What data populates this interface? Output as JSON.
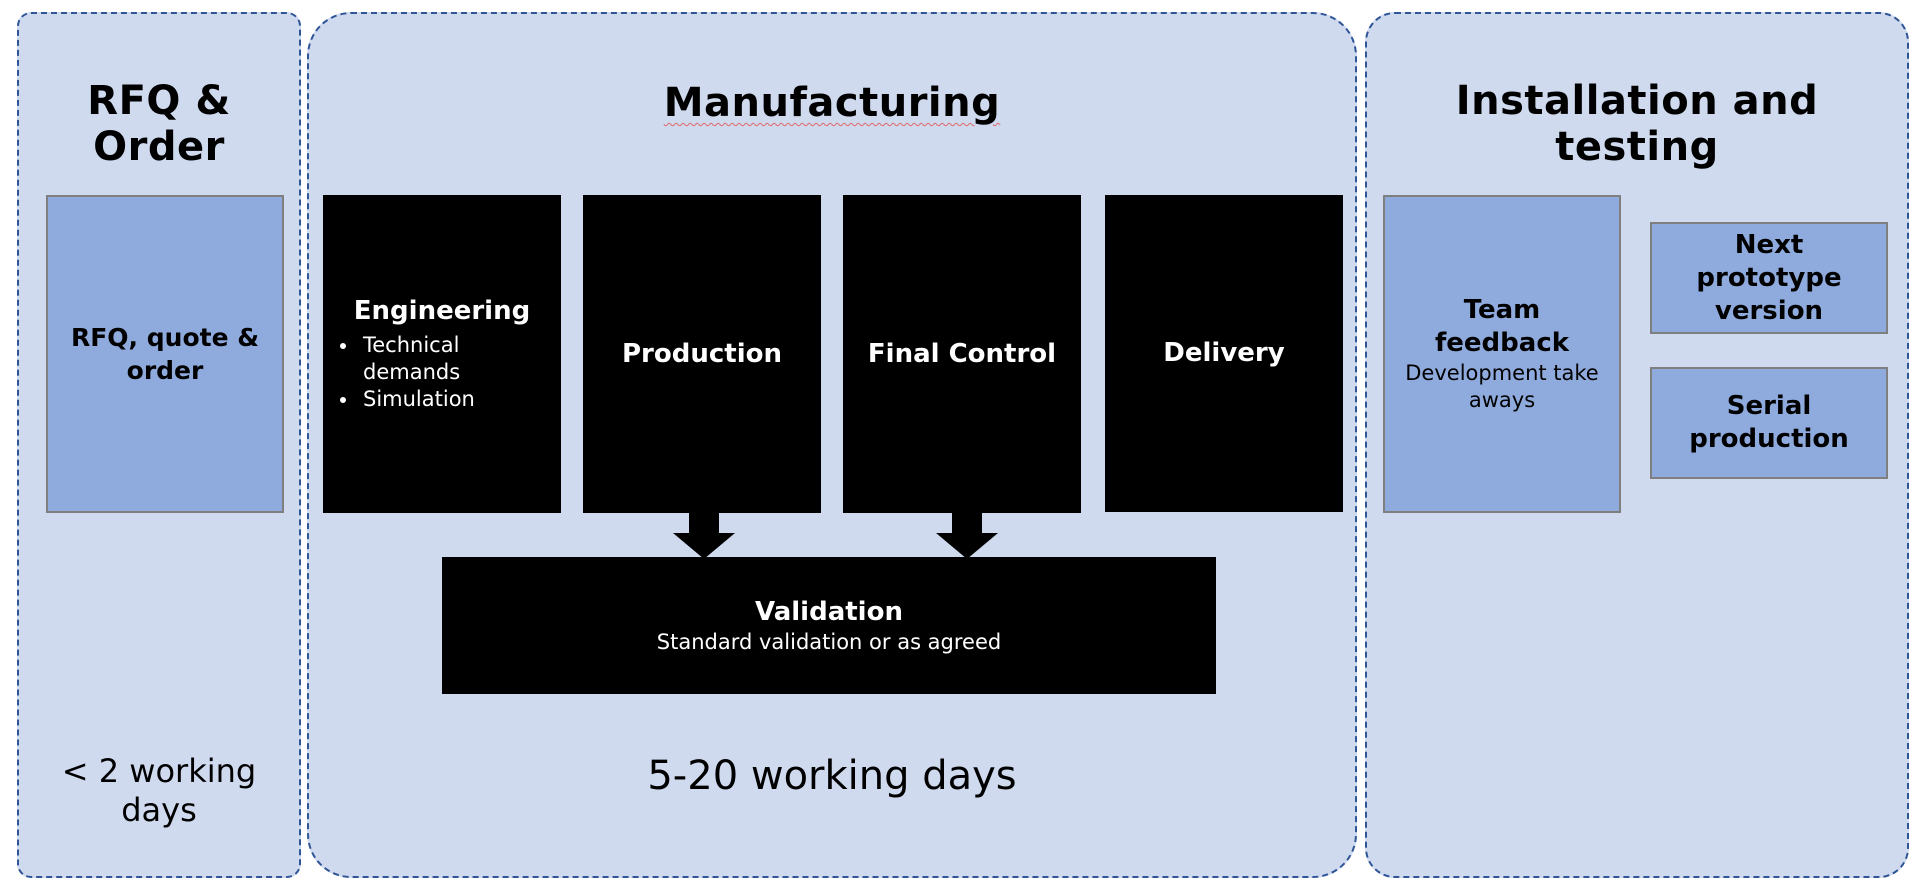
{
  "rfq_panel": {
    "title": "RFQ & Order",
    "box_label": "RFQ, quote & order",
    "duration": "< 2 working days"
  },
  "manufacturing_panel": {
    "title": "Manufacturing",
    "engineering": {
      "title": "Engineering",
      "items": [
        "Technical demands",
        "Simulation"
      ]
    },
    "production": "Production",
    "final_control": "Final Control",
    "delivery": "Delivery",
    "validation": {
      "title": "Validation",
      "subtitle": "Standard validation or as agreed"
    },
    "duration": "5-20 working days"
  },
  "installation_panel": {
    "title": "Installation and testing",
    "team_feedback": {
      "title": "Team feedback",
      "subtitle": "Development take aways"
    },
    "next_prototype": "Next prototype version",
    "serial_production": "Serial production"
  },
  "colors": {
    "panel_fill": "#cfdaef",
    "panel_border": "#2f5597",
    "blue_box": "#8faadc",
    "black_box": "#000000"
  }
}
